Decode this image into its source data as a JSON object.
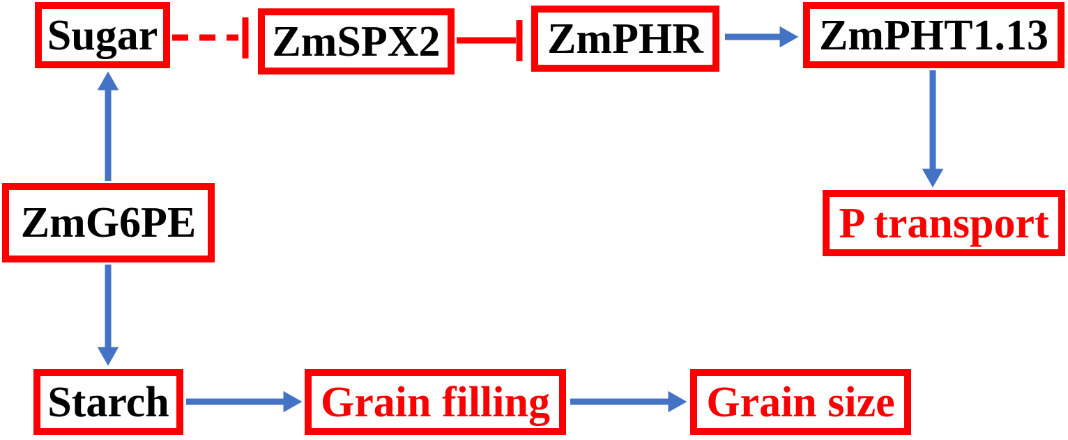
{
  "diagram": {
    "type": "pathway-flowchart",
    "background": "#ffffff",
    "nodes": [
      {
        "id": "sugar",
        "label": "Sugar",
        "text_color": "#000000",
        "border_color": "#fb0000"
      },
      {
        "id": "zmspx2",
        "label": "ZmSPX2",
        "text_color": "#000000",
        "border_color": "#fb0000"
      },
      {
        "id": "zmphr",
        "label": "ZmPHR",
        "text_color": "#000000",
        "border_color": "#fb0000"
      },
      {
        "id": "zmpht1_13",
        "label": "ZmPHT1.13",
        "text_color": "#000000",
        "border_color": "#fb0000"
      },
      {
        "id": "p_transport",
        "label": "P transport",
        "text_color": "#fb0000",
        "border_color": "#fb0000"
      },
      {
        "id": "zmg6pe",
        "label": "ZmG6PE",
        "text_color": "#000000",
        "border_color": "#fb0000"
      },
      {
        "id": "starch",
        "label": "Starch",
        "text_color": "#000000",
        "border_color": "#fb0000"
      },
      {
        "id": "grain_filling",
        "label": "Grain filling",
        "text_color": "#fb0000",
        "border_color": "#fb0000"
      },
      {
        "id": "grain_size",
        "label": "Grain size",
        "text_color": "#fb0000",
        "border_color": "#fb0000"
      }
    ],
    "edges": [
      {
        "from": "Sugar",
        "to": "ZmSPX2",
        "relation": "inhibition",
        "terminator": "t-bar",
        "line_style": "dashed",
        "color": "#fb0000"
      },
      {
        "from": "ZmSPX2",
        "to": "ZmPHR",
        "relation": "inhibition",
        "terminator": "t-bar",
        "line_style": "solid",
        "color": "#fb0000"
      },
      {
        "from": "ZmPHR",
        "to": "ZmPHT1.13",
        "relation": "activation",
        "terminator": "arrow",
        "line_style": "solid",
        "color": "#4472c4"
      },
      {
        "from": "ZmPHT1.13",
        "to": "P transport",
        "relation": "activation",
        "terminator": "arrow",
        "line_style": "solid",
        "color": "#4472c4"
      },
      {
        "from": "ZmG6PE",
        "to": "Sugar",
        "relation": "activation",
        "terminator": "arrow",
        "line_style": "solid",
        "color": "#4472c4"
      },
      {
        "from": "ZmG6PE",
        "to": "Starch",
        "relation": "activation",
        "terminator": "arrow",
        "line_style": "solid",
        "color": "#4472c4"
      },
      {
        "from": "Starch",
        "to": "Grain filling",
        "relation": "activation",
        "terminator": "arrow",
        "line_style": "solid",
        "color": "#4472c4"
      },
      {
        "from": "Grain filling",
        "to": "Grain size",
        "relation": "activation",
        "terminator": "arrow",
        "line_style": "solid",
        "color": "#4472c4"
      }
    ],
    "colors": {
      "box_border": "#fb0000",
      "activation_arrow": "#4472c4",
      "inhibition_line": "#fb0000",
      "emphasis_text": "#fb0000",
      "gene_text": "#000000"
    }
  }
}
